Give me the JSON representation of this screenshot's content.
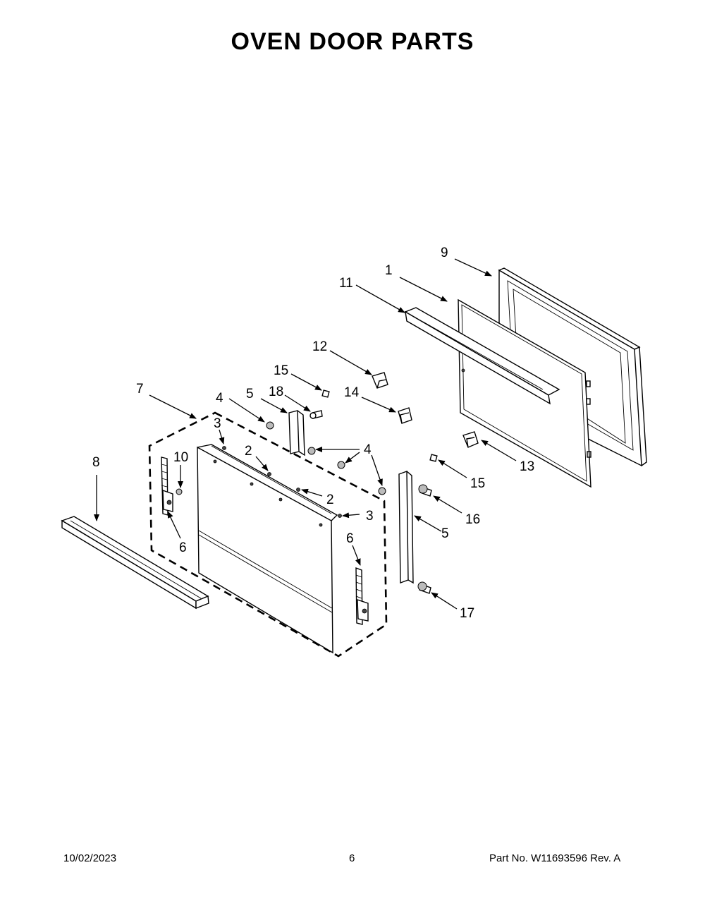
{
  "title": "OVEN DOOR PARTS",
  "callouts": {
    "c1": "1",
    "c2a": "2",
    "c2b": "2",
    "c3a": "3",
    "c3b": "3",
    "c4a": "4",
    "c4b": "4",
    "c5a": "5",
    "c5b": "5",
    "c6a": "6",
    "c6b": "6",
    "c7": "7",
    "c8": "8",
    "c9": "9",
    "c10": "10",
    "c11": "11",
    "c12": "12",
    "c13": "13",
    "c14": "14",
    "c15a": "15",
    "c15b": "15",
    "c16": "16",
    "c17": "17",
    "c18": "18"
  },
  "footer": {
    "date": "10/02/2023",
    "page": "6",
    "part_no": "Part No.  W11693596  Rev.  A"
  }
}
